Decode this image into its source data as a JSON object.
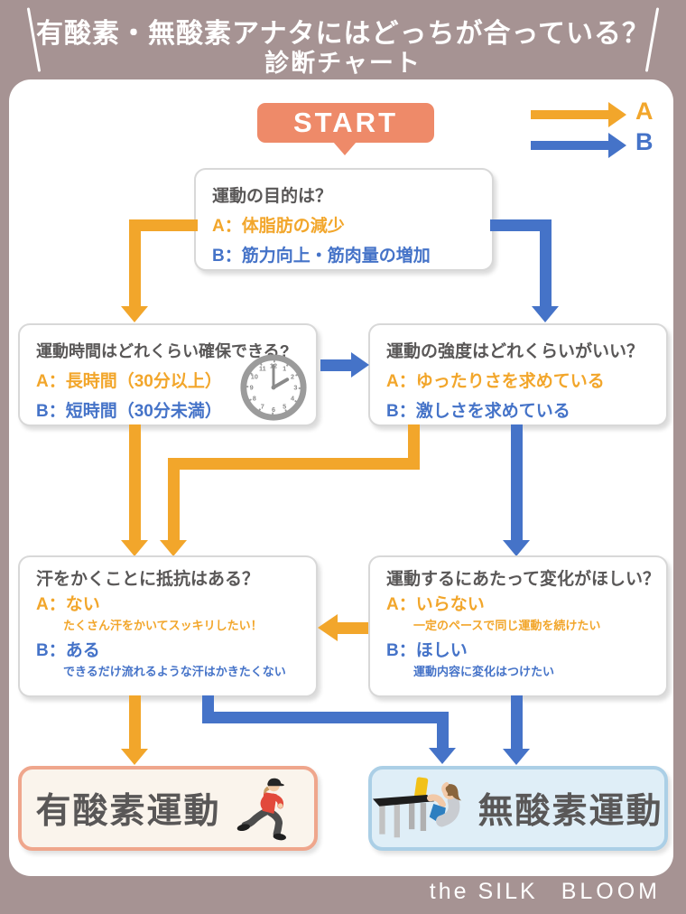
{
  "colors": {
    "mauve": "#a69393",
    "salmon": "#ee8a69",
    "orange": "#f2a62b",
    "blue": "#4573c8",
    "textgray": "#595757",
    "aerobicbg": "#faf4ec",
    "aerobicborder": "#efa68c",
    "anaerobicbg": "#dfeef7",
    "anaerobicborder": "#abcfe6"
  },
  "header": {
    "title_line1": "有酸素・無酸素アナタにはどっちが合っている？",
    "title_line2": "診断チャート"
  },
  "start": {
    "label": "START"
  },
  "legend": {
    "a_label": "A",
    "b_label": "B"
  },
  "q1": {
    "question": "運動の目的は？",
    "a": "A：体脂肪の減少",
    "b": "B：筋力向上・筋肉量の増加"
  },
  "q2_left": {
    "question": "運動時間はどれくらい確保できる?",
    "a": "A：長時間（30分以上）",
    "b": "B：短時間（30分未満）"
  },
  "q2_right": {
    "question": "運動の強度はどれくらいがいい？",
    "a": "A：ゆったりさを求めている",
    "b": "B：激しさを求めている"
  },
  "q3_left": {
    "question": "汗をかくことに抵抗はある？",
    "a": "A：ない",
    "a_sub": "たくさん汗をかいてスッキリしたい！",
    "b": "B：ある",
    "b_sub": "できるだけ流れるような汗はかきたくない"
  },
  "q3_right": {
    "question": "運動するにあたって変化がほしい？",
    "a": "A：いらない",
    "a_sub": "一定のペースで同じ運動を続けたい",
    "b": "B：ほしい",
    "b_sub": "運動内容に変化はつけたい"
  },
  "results": {
    "aerobic": "有酸素運動",
    "anaerobic": "無酸素運動"
  },
  "clock": {
    "n1": "1",
    "n2": "2",
    "n3": "3",
    "n4": "4",
    "n5": "5",
    "n6": "6",
    "n7": "7",
    "n8": "8",
    "n9": "9",
    "n10": "10",
    "n11": "11",
    "n12": "12"
  },
  "footer": {
    "brand1": "the SILK",
    "brand2": "BLOOM"
  }
}
